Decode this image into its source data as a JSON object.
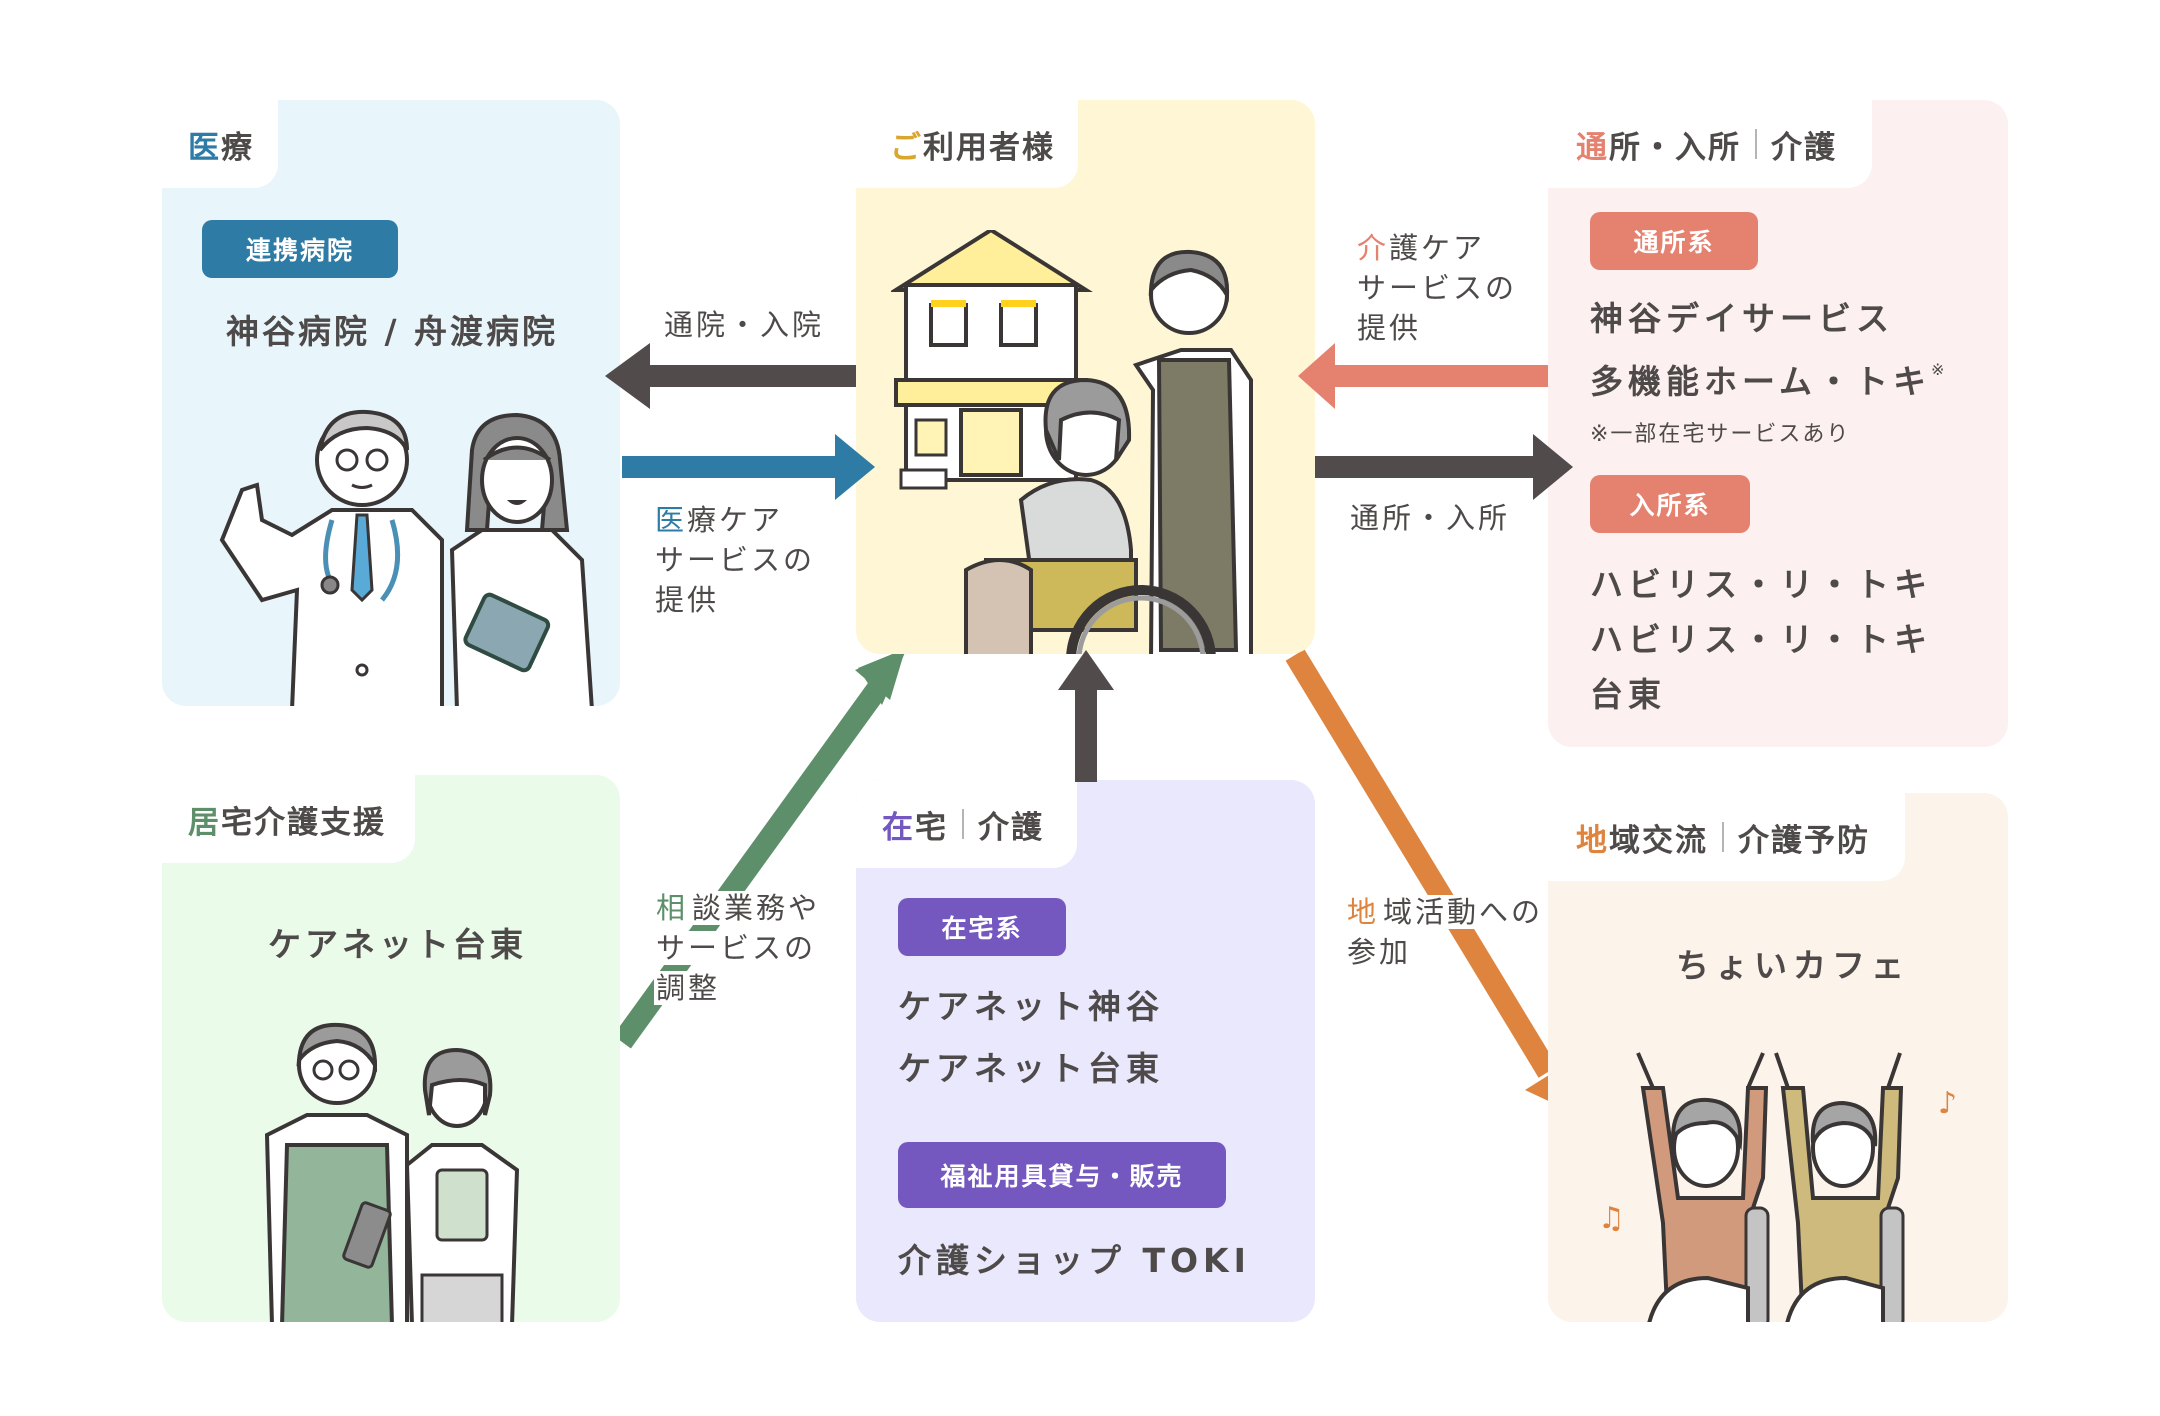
{
  "colors": {
    "medical": "#2e7ca6",
    "user": "#d9a62e",
    "daycare": "#e5826f",
    "homecare_support": "#5e8f6b",
    "home": "#7458c0",
    "community": "#de843f",
    "dark": "#514b4b"
  },
  "panels": {
    "medical": {
      "title_accent": "医",
      "title_rest": "療",
      "badge": "連携病院",
      "hospitals": "神谷病院 / 舟渡病院",
      "illustration": "doctor-and-nurse-illustration"
    },
    "user": {
      "title_accent": "ご",
      "title_rest": "利用者様",
      "illustration": "house-wheelchair-caregiver-illustration"
    },
    "daycare": {
      "title_accent": "通",
      "title_rest_1": "所・入所",
      "title_rest_2": "介護",
      "badge_day": "通所系",
      "day_items": [
        "神谷デイサービス",
        "多機能ホーム・トキ"
      ],
      "day_item_mark": "※",
      "note": "※一部在宅サービスあり",
      "badge_stay": "入所系",
      "stay_items": [
        "ハビリス・リ・トキ",
        "ハビリス・リ・トキ",
        "台東"
      ]
    },
    "homecare_support": {
      "title_accent": "居",
      "title_rest": "宅介護支援",
      "office": "ケアネット台東",
      "illustration": "care-manager-staff-illustration"
    },
    "home": {
      "title_accent": "在",
      "title_rest_1": "宅",
      "title_rest_2": "介護",
      "badge_home": "在宅系",
      "home_items": [
        "ケアネット神谷",
        "ケアネット台東"
      ],
      "badge_welfare": "福祉用具貸与・販売",
      "welfare_items": [
        "介護ショップ TOKI"
      ]
    },
    "community": {
      "title_accent": "地",
      "title_rest_1": "域交流",
      "title_rest_2": "介護予防",
      "cafe": "ちょいカフェ",
      "illustration": "seniors-exercising-illustration"
    }
  },
  "arrow_labels": {
    "hospital_visit": "通院・入院",
    "medical_care": {
      "accent": "医",
      "lines": [
        "療ケア",
        "サービスの",
        "提供"
      ]
    },
    "nursing_care": {
      "accent": "介",
      "lines": [
        "護ケア",
        "サービスの",
        "提供"
      ]
    },
    "day_stay": "通所・入所",
    "consultation": {
      "accent": "相",
      "lines": [
        "談業務や",
        "サービスの",
        "調整"
      ]
    },
    "community_activity": {
      "accent": "地",
      "lines": [
        "域活動への",
        "参加"
      ]
    }
  }
}
